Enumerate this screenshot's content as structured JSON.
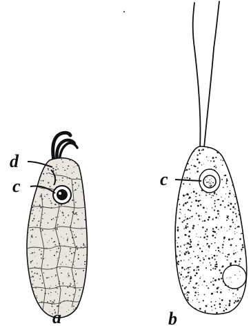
{
  "figure": {
    "labels": {
      "d": "d",
      "c_a": "c",
      "c_b": "c",
      "panel_a": "a",
      "panel_b": "b"
    },
    "colors": {
      "ink": "#111111",
      "cell_fill": "#e9e6df",
      "paper": "#ffffff"
    }
  }
}
